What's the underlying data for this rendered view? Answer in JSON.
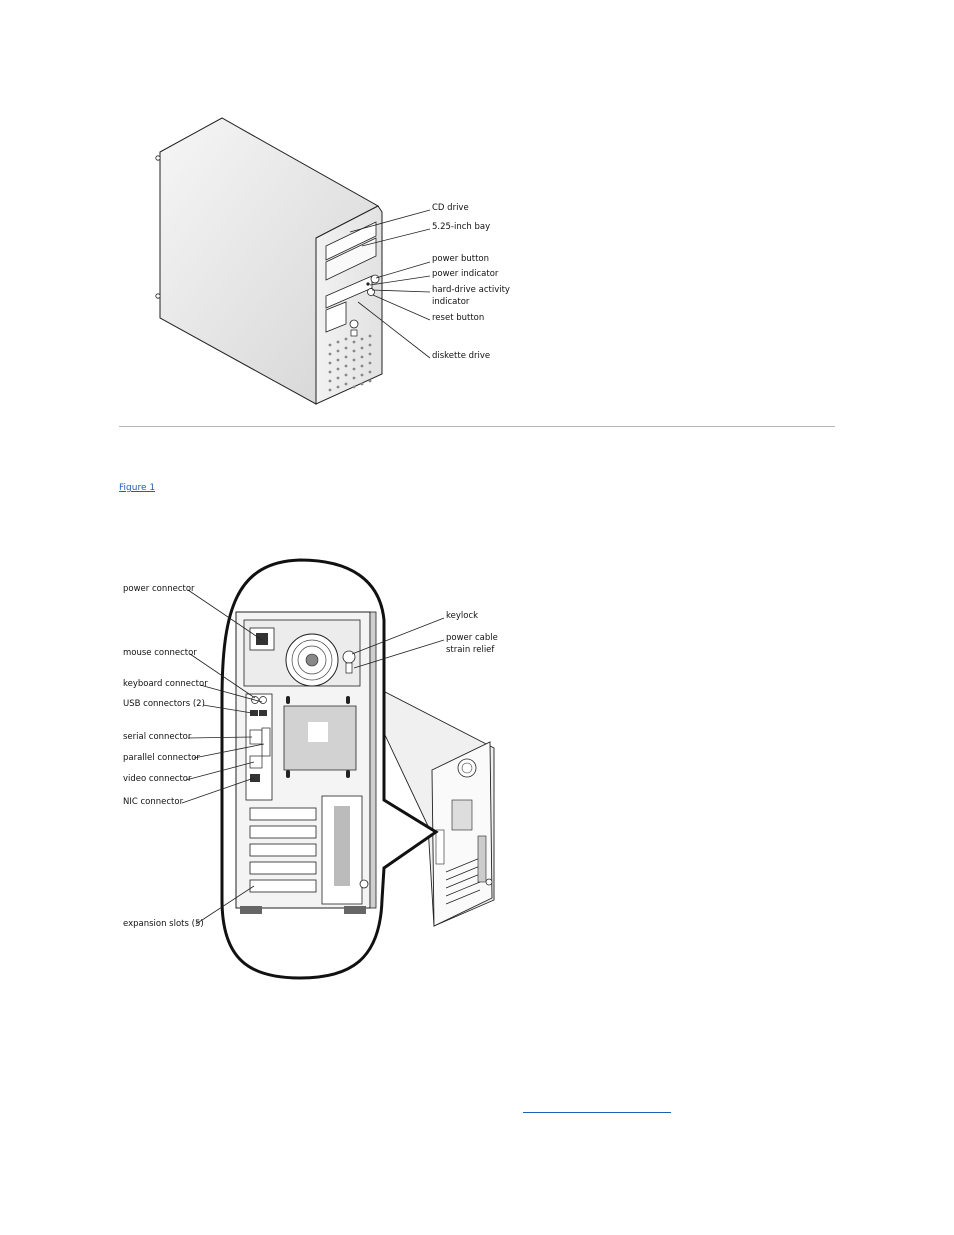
{
  "front_figure": {
    "callouts": {
      "cd_drive": "CD drive",
      "bay_525": "5.25-inch bay",
      "power_button": "power button",
      "power_indicator": "power indicator",
      "hdd_activity_1": "hard-drive activity",
      "hdd_activity_2": "indicator",
      "reset_button": "reset button",
      "diskette_drive": "diskette drive"
    }
  },
  "figure_link": {
    "label": "Figure 1"
  },
  "back_figure": {
    "callouts": {
      "power_connector": "power connector",
      "mouse_connector": "mouse connector",
      "keyboard_connector": "keyboard connector",
      "usb_connectors": "USB connectors (2)",
      "serial_connector": "serial connector",
      "parallel_connector": "parallel connector",
      "video_connector": "video connector",
      "nic_connector": "NIC connector",
      "expansion_slots": "expansion slots (5)",
      "keylock": "keylock",
      "strain_relief_1": "power cable",
      "strain_relief_2": "strain relief"
    }
  },
  "colors": {
    "link": "#1f5fb3",
    "rule": "#b7b7b7",
    "line_art": "#222222"
  }
}
